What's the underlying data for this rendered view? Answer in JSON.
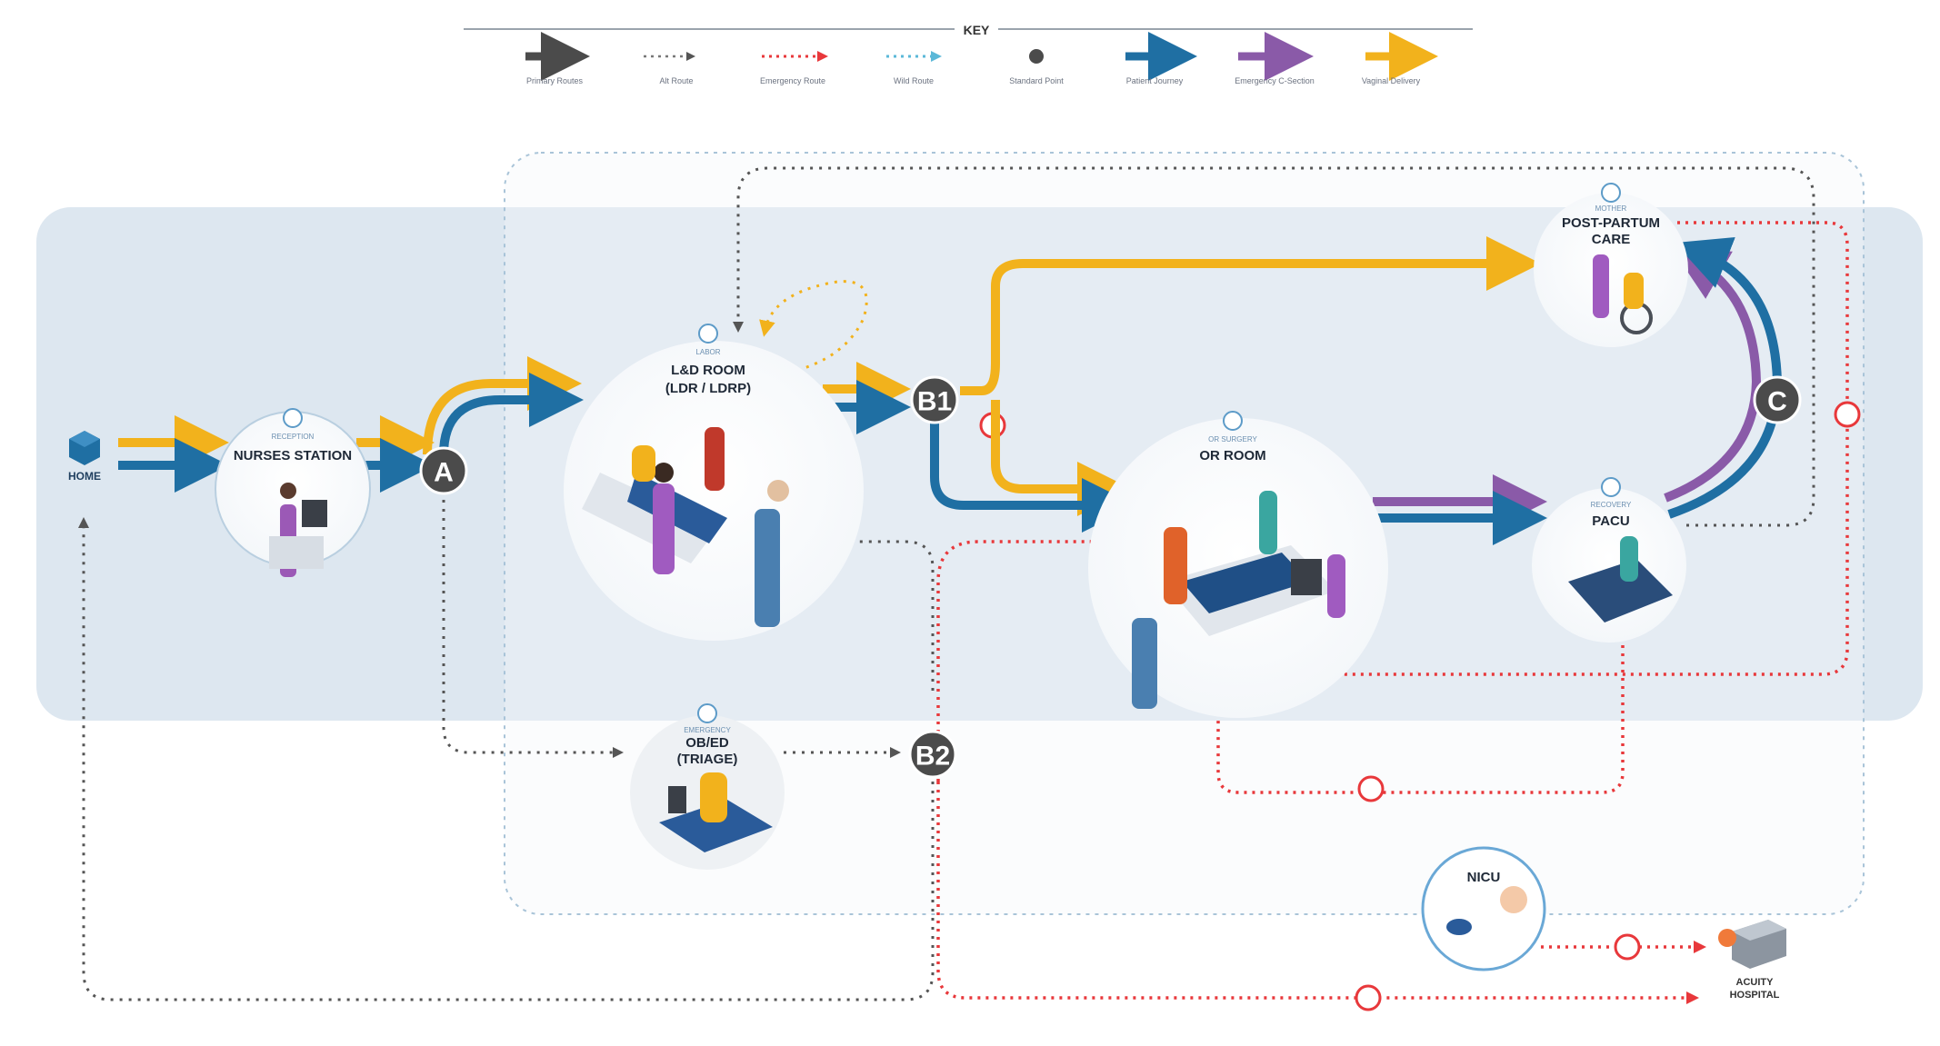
{
  "key": {
    "title": "KEY",
    "items": [
      {
        "label": "Primary Routes"
      },
      {
        "label": "Alt Route"
      },
      {
        "label": "Emergency Route"
      },
      {
        "label": "Wild Route"
      },
      {
        "label": "Standard Point"
      },
      {
        "label": "Patient Journey"
      },
      {
        "label": "Emergency C-Section"
      },
      {
        "label": "Vaginal Delivery"
      }
    ]
  },
  "nodes": {
    "home": {
      "label": "HOME"
    },
    "nurses": {
      "label": "NURSES STATION",
      "sub": "RECEPTION"
    },
    "ld": {
      "label": "L&D ROOM",
      "label2": "(LDR / LDRP)",
      "sub": "LABOR"
    },
    "obed": {
      "label": "OB/ED",
      "label2": "(TRIAGE)",
      "sub": "EMERGENCY"
    },
    "or": {
      "label": "OR ROOM",
      "sub": "OR SURGERY"
    },
    "pacu": {
      "label": "PACU",
      "sub": "RECOVERY"
    },
    "postpartum": {
      "label": "POST-PARTUM",
      "label2": "CARE",
      "sub": "MOTHER"
    },
    "nicu": {
      "label": "NICU"
    },
    "acuity": {
      "label": "ACUITY",
      "label2": "HOSPITAL"
    }
  },
  "badges": {
    "a": "A",
    "b1": "B1",
    "b2": "B2",
    "c": "C"
  },
  "colors": {
    "blue": "#1f6fa3",
    "purple": "#8a5aa8",
    "yellow": "#f2b21c",
    "red": "#e8383b",
    "gray": "#4b4b4b",
    "band": "#dde7f0"
  }
}
